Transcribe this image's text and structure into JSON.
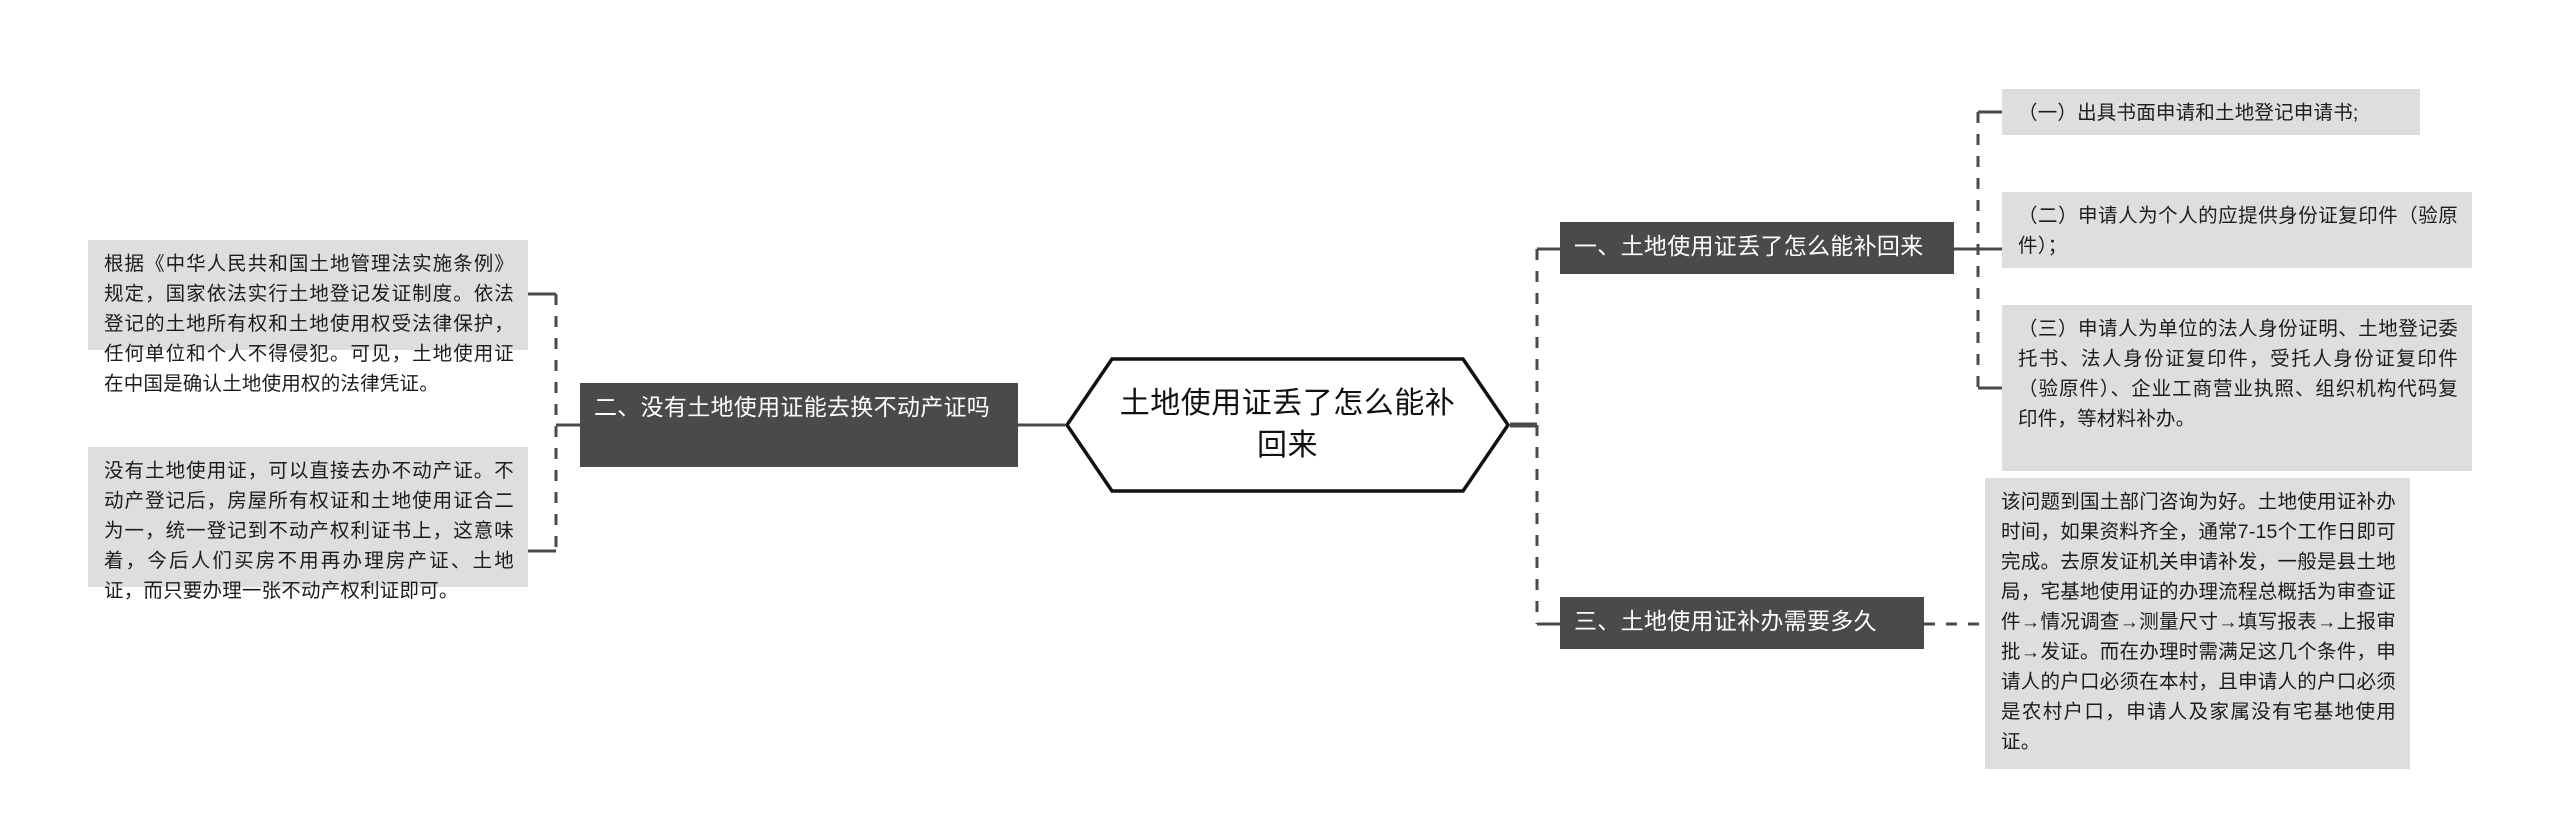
{
  "diagram": {
    "type": "mindmap",
    "title": "土地使用证丢了怎么能补回来",
    "center": {
      "label": "土地使用证丢了怎么能补回来"
    },
    "left_branches": [
      {
        "label": "二、没有土地使用证能去换不动产证吗",
        "details": [
          "根据《中华人民共和国土地管理法实施条例》规定，国家依法实行土地登记发证制度。依法登记的土地所有权和土地使用权受法律保护，任何单位和个人不得侵犯。可见，土地使用证在中国是确认土地使用权的法律凭证。",
          "没有土地使用证，可以直接去办不动产证。不动产登记后，房屋所有权证和土地使用证合二为一，统一登记到不动产权利证书上，这意味着，今后人们买房不用再办理房产证、土地证，而只要办理一张不动产权利证即可。"
        ]
      }
    ],
    "right_branches": [
      {
        "label": "一、土地使用证丢了怎么能补回来",
        "details": [
          "（一）出具书面申请和土地登记申请书;",
          "（二）申请人为个人的应提供身份证复印件（验原件）；",
          "（三）申请人为单位的法人身份证明、土地登记委托书、法人身份证复印件，受托人身份证复印件（验原件）、企业工商营业执照、组织机构代码复印件，等材料补办。"
        ]
      },
      {
        "label": "三、土地使用证补办需要多久",
        "details": [
          "该问题到国土部门咨询为好。土地使用证补办时间，如果资料齐全，通常7-15个工作日即可完成。去原发证机关申请补发，一般是县土地局，宅基地使用证的办理流程总概括为审查证件→情况调查→测量尺寸→填写报表→上报审批→发证。而在办理时需满足这几个条件，申请人的户口必须在本村，且申请人的户口必须是农村户口，申请人及家属没有宅基地使用证。"
        ]
      }
    ],
    "colors": {
      "branch_background": "#4a4a4a",
      "branch_text": "#ffffff",
      "leaf_background": "#dedede",
      "leaf_text": "#1c1c1c",
      "center_border": "#111111",
      "center_background": "#ffffff",
      "connector": "#4a4a4a",
      "page_background": "#ffffff"
    }
  }
}
